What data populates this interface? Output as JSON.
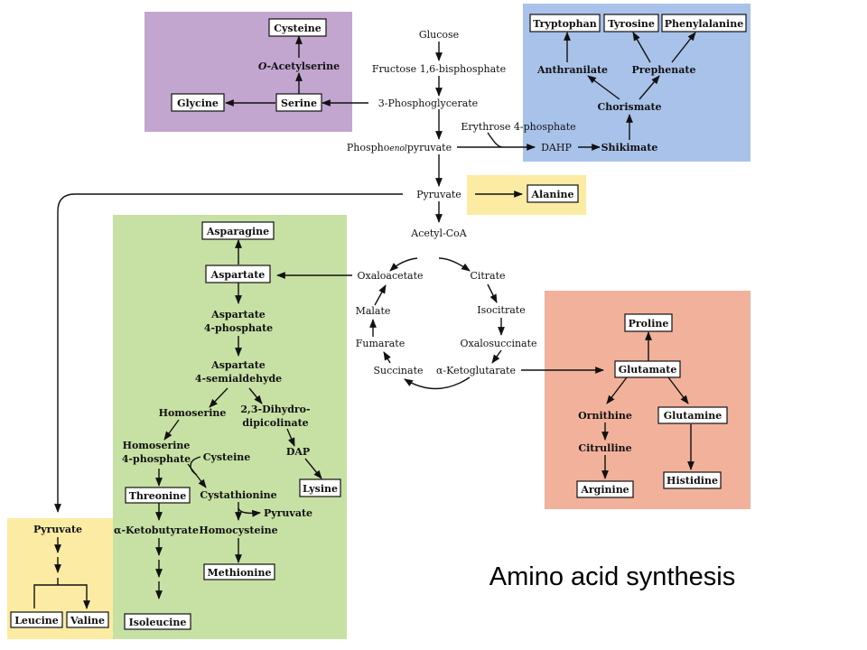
{
  "title": "Amino acid synthesis",
  "colors": {
    "purple": "#c3a6d0",
    "blue": "#a9c2e9",
    "yellow": "#fbeba3",
    "green": "#c7e0a3",
    "salmon": "#f2b19a"
  },
  "labels": {
    "glucose": "Glucose",
    "fructose": "Fructose 1,6-bisphosphate",
    "phosphoglycerate": "3-Phosphoglycerate",
    "erythrose": "Erythrose 4-phosphate",
    "pep_a": "Phospho",
    "pep_b": "enol",
    "pep_c": "pyruvate",
    "pyruvate": "Pyruvate",
    "acetylcoa": "Acetyl-CoA",
    "oacetylserine_a": "O",
    "oacetylserine_b": "-Acetylserine",
    "anthranilate": "Anthranilate",
    "prephenate": "Prephenate",
    "chorismate": "Chorismate",
    "dahp": "DAHP",
    "shikimate": "Shikimate",
    "oxaloacetate": "Oxaloacetate",
    "citrate": "Citrate",
    "isocitrate": "Isocitrate",
    "malate": "Malate",
    "oxalosuccinate": "Oxalosuccinate",
    "fumarate": "Fumarate",
    "succinate": "Succinate",
    "akg": "α-Ketoglutarate",
    "asp4p_1": "Aspartate",
    "asp4p_2": "4-phosphate",
    "asa_1": "Aspartate",
    "asa_2": "4-semialdehyde",
    "homoserine": "Homoserine",
    "dhdp_1": "2,3-Dihydro-",
    "dhdp_2": "dipicolinate",
    "hsp_1": "Homoserine",
    "hsp_2": "4-phosphate",
    "cysteine_g": "Cysteine",
    "dap": "DAP",
    "cystathionine": "Cystathionine",
    "pyruvate_g": "Pyruvate",
    "akb": "α-Ketobutyrate",
    "homocysteine": "Homocysteine",
    "pyruvate_bl": "Pyruvate",
    "ornithine": "Ornithine",
    "citrulline": "Citrulline"
  },
  "products": {
    "cysteine": "Cysteine",
    "glycine": "Glycine",
    "serine": "Serine",
    "tryptophan": "Tryptophan",
    "tyrosine": "Tyrosine",
    "phenylalanine": "Phenylalanine",
    "alanine": "Alanine",
    "asparagine": "Asparagine",
    "aspartate": "Aspartate",
    "lysine": "Lysine",
    "threonine": "Threonine",
    "methionine": "Methionine",
    "isoleucine": "Isoleucine",
    "leucine": "Leucine",
    "valine": "Valine",
    "proline": "Proline",
    "glutamate": "Glutamate",
    "glutamine": "Glutamine",
    "arginine": "Arginine",
    "histidine": "Histidine"
  }
}
